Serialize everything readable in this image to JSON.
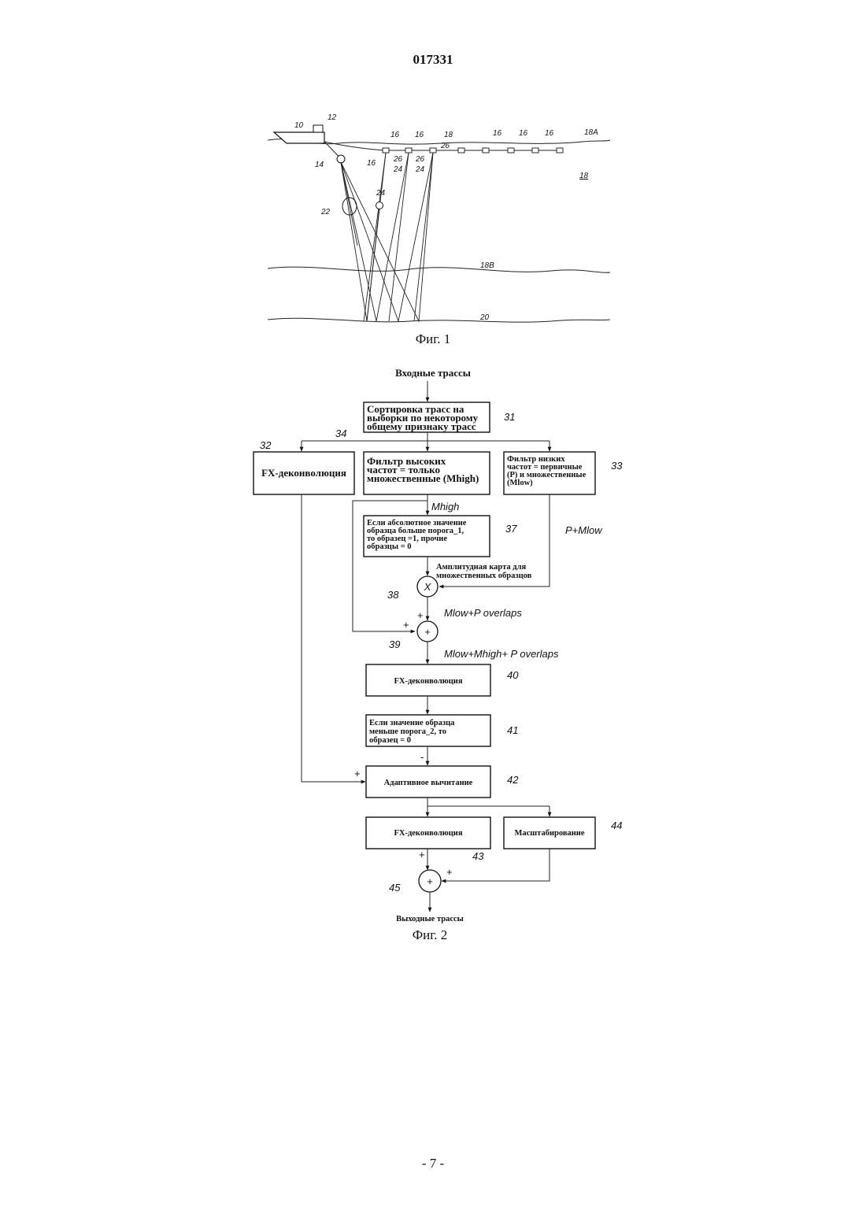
{
  "header": {
    "page_number": "017331"
  },
  "footer": {
    "page_number": "- 7 -"
  },
  "fig1": {
    "caption": "Фиг. 1",
    "labels": {
      "vessel": "10",
      "source_box": "12",
      "source": "14",
      "receiver": "16",
      "streamer": "18",
      "surface": "18A",
      "water": "18",
      "layer": "18B",
      "seafloor": "20",
      "bubble": "22",
      "ray": "24",
      "ghost": "26"
    }
  },
  "fig2": {
    "caption": "Фиг. 2",
    "input_label": "Входные трассы",
    "output_label": "Выходные трассы",
    "blocks": {
      "b31": {
        "lines": [
          "Сортировка трасс на",
          "выборки по некоторому",
          "общему признаку трасс"
        ],
        "ref": "31"
      },
      "b32": {
        "lines": [
          "FX-деконволюция"
        ],
        "ref": "32"
      },
      "b34": {
        "lines": [
          "Фильтр высоких",
          "частот = только",
          "множественные (Mhigh)"
        ],
        "ref": "34"
      },
      "b33": {
        "lines": [
          "Фильтр низких",
          "частот = первичные",
          "(P) и множественные",
          "(Mlow)"
        ],
        "ref": "33"
      },
      "b37": {
        "lines": [
          "Если абсолютное значение",
          "образца больше порога_1,",
          "то образец =1, прочие",
          "образцы = 0"
        ],
        "ref": "37"
      },
      "b40": {
        "lines": [
          "FX-деконволюция"
        ],
        "ref": "40"
      },
      "b41": {
        "lines": [
          "Если значение образца",
          "меньше порога_2, то",
          "образец = 0"
        ],
        "ref": "41"
      },
      "b42": {
        "lines": [
          "Адаптивное вычитание"
        ],
        "ref": "42"
      },
      "b43": {
        "lines": [
          "FX-деконволюция"
        ],
        "ref": "43"
      },
      "b44": {
        "lines": [
          "Масштабирование"
        ],
        "ref": "44"
      }
    },
    "nodes": {
      "n38": {
        "symbol": "X",
        "ref": "38"
      },
      "n39": {
        "symbol": "+",
        "ref": "39"
      },
      "n45": {
        "symbol": "+",
        "ref": "45"
      }
    },
    "signals": {
      "mhigh": "Mhigh",
      "p_mlow": "P+Mlow",
      "amp_map": [
        "Амплитудная карта для",
        "множественных образцов"
      ],
      "mlow_p": "Mlow+P overlaps",
      "sum": "Mlow+Mhigh+ P overlaps"
    },
    "signs": {
      "plus": "+",
      "minus": "-"
    }
  }
}
